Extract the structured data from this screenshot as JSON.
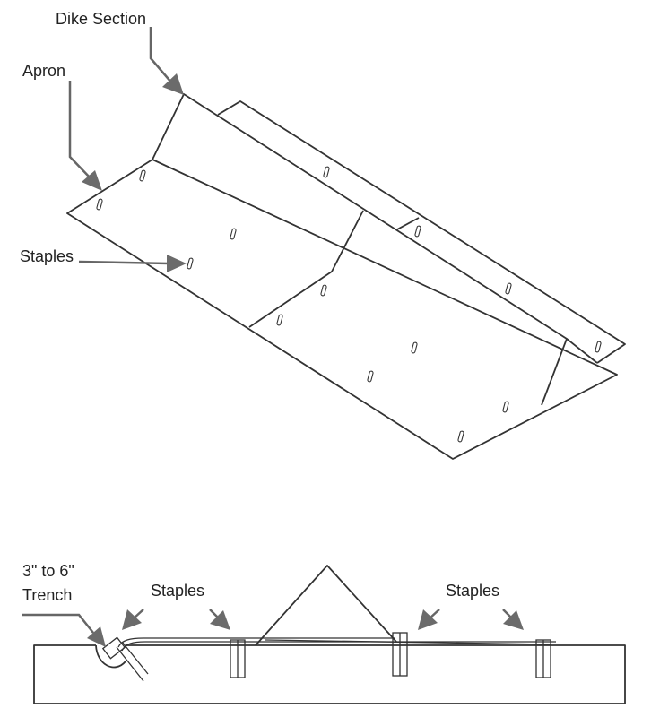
{
  "labels": {
    "dike_section": "Dike Section",
    "apron": "Apron",
    "staples_top": "Staples",
    "trench_line1": "3\" to 6\"",
    "trench_line2": "Trench",
    "staples_left": "Staples",
    "staples_right": "Staples"
  },
  "colors": {
    "line": "#333333",
    "arrow": "#6b6b6b",
    "background": "#ffffff"
  }
}
